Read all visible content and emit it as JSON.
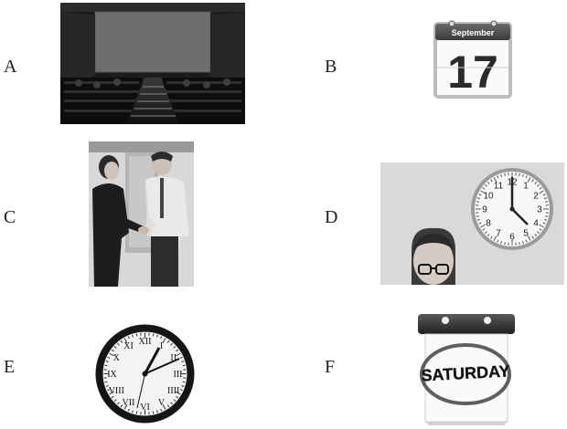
{
  "options": [
    {
      "letter": "A",
      "picture": "cinema"
    },
    {
      "letter": "B",
      "picture": "calendar-page",
      "calendar_month": "September",
      "calendar_day": "17"
    },
    {
      "letter": "C",
      "picture": "handshake"
    },
    {
      "letter": "D",
      "picture": "wall-clock-man",
      "clock_numbers": [
        "12",
        "1",
        "2",
        "3",
        "4",
        "5",
        "6",
        "7",
        "8",
        "9",
        "10",
        "11"
      ]
    },
    {
      "letter": "E",
      "picture": "roman-clock",
      "roman_numerals": [
        "XII",
        "I",
        "II",
        "III",
        "IIII",
        "V",
        "VI",
        "VII",
        "VIII",
        "IX",
        "X",
        "XI"
      ]
    },
    {
      "letter": "F",
      "picture": "calendar-saturday",
      "calendar_text": "SATURDAY"
    }
  ]
}
